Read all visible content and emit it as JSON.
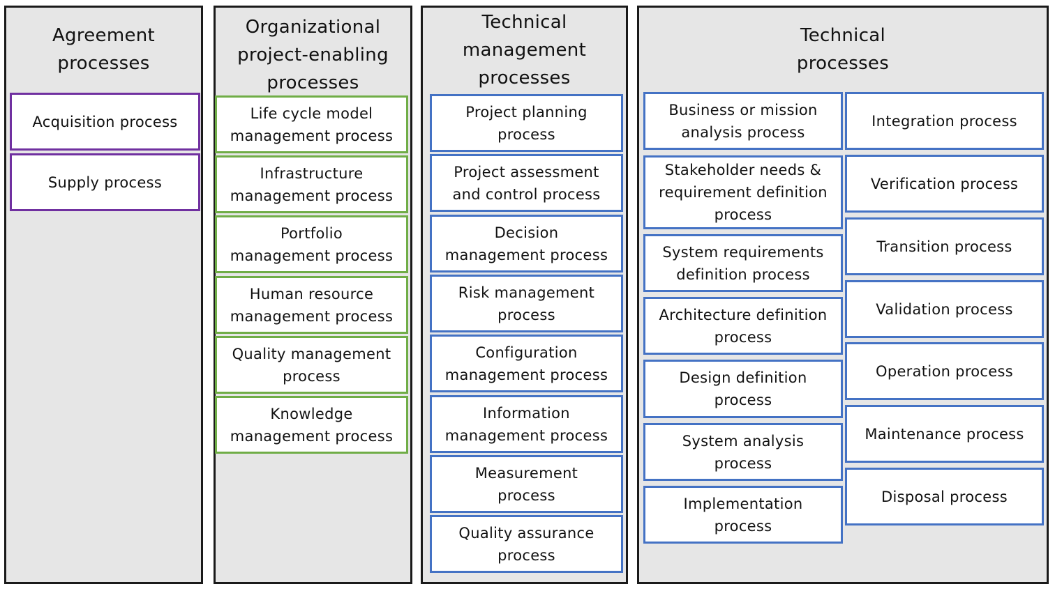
{
  "colors": {
    "agreement": "#7030a0",
    "organizational": "#70ad47",
    "technical_management": "#4472c4",
    "technical": "#4472c4",
    "panel": "#e6e6e6"
  },
  "columns": {
    "agreement": {
      "title": "Agreement\nprocesses",
      "items": [
        "Acquisition process",
        "Supply process"
      ]
    },
    "organizational": {
      "title": "Organizational\nproject-enabling\nprocesses",
      "items": [
        "Life cycle model\nmanagement process",
        "Infrastructure\nmanagement process",
        "Portfolio\nmanagement process",
        "Human resource\nmanagement process",
        "Quality management\nprocess",
        "Knowledge\nmanagement process"
      ]
    },
    "technical_management": {
      "title": "Technical\nmanagement\nprocesses",
      "items": [
        "Project planning\nprocess",
        "Project assessment\nand control process",
        "Decision\nmanagement process",
        "Risk management\nprocess",
        "Configuration\nmanagement process",
        "Information\nmanagement process",
        "Measurement\nprocess",
        "Quality assurance\nprocess"
      ]
    },
    "technical": {
      "title": "Technical\nprocesses",
      "left_items": [
        "Business or mission\nanalysis process",
        "Stakeholder needs &\nrequirement definition\nprocess",
        "System requirements\ndefinition process",
        "Architecture definition\nprocess",
        "Design definition\nprocess",
        "System analysis\nprocess",
        "Implementation\nprocess"
      ],
      "right_items": [
        "Integration process",
        "Verification process",
        "Transition process",
        "Validation process",
        "Operation process",
        "Maintenance process",
        "Disposal process"
      ]
    }
  }
}
